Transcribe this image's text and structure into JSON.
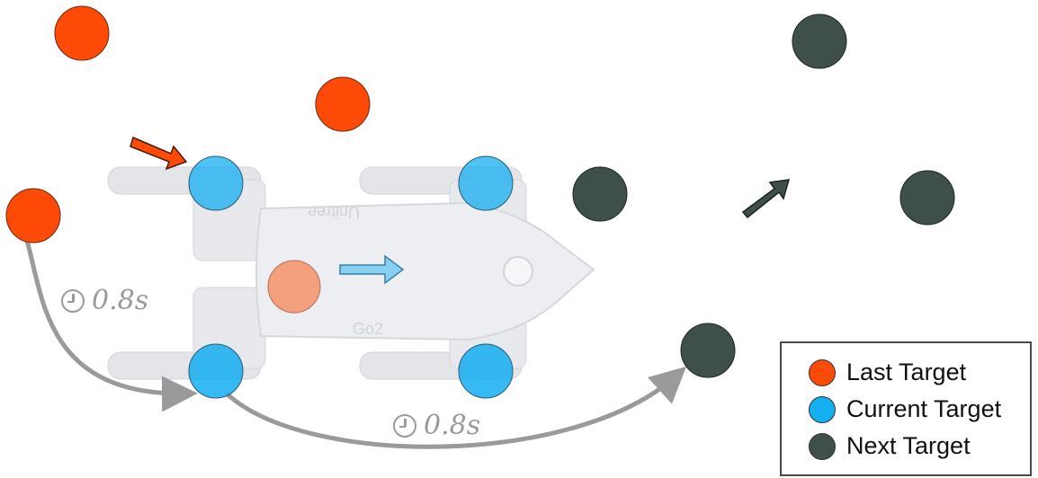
{
  "colors": {
    "last": "#fe4a07",
    "current": "#14aef1",
    "next": "#3f4f4b",
    "body_center": "#f4a07c",
    "path": "#9a9a9a",
    "robot": "#e4e6ea"
  },
  "robot": {
    "brand_text": "Unitree",
    "model_text": "Go2"
  },
  "labels": {
    "duration_upper": "0.8s",
    "duration_lower": "0.8s"
  },
  "legend": {
    "items": [
      {
        "label": "Last Target",
        "color": "#fe4a07"
      },
      {
        "label": "Current Target",
        "color": "#14aef1"
      },
      {
        "label": "Next Target",
        "color": "#3f4f4b"
      }
    ]
  }
}
